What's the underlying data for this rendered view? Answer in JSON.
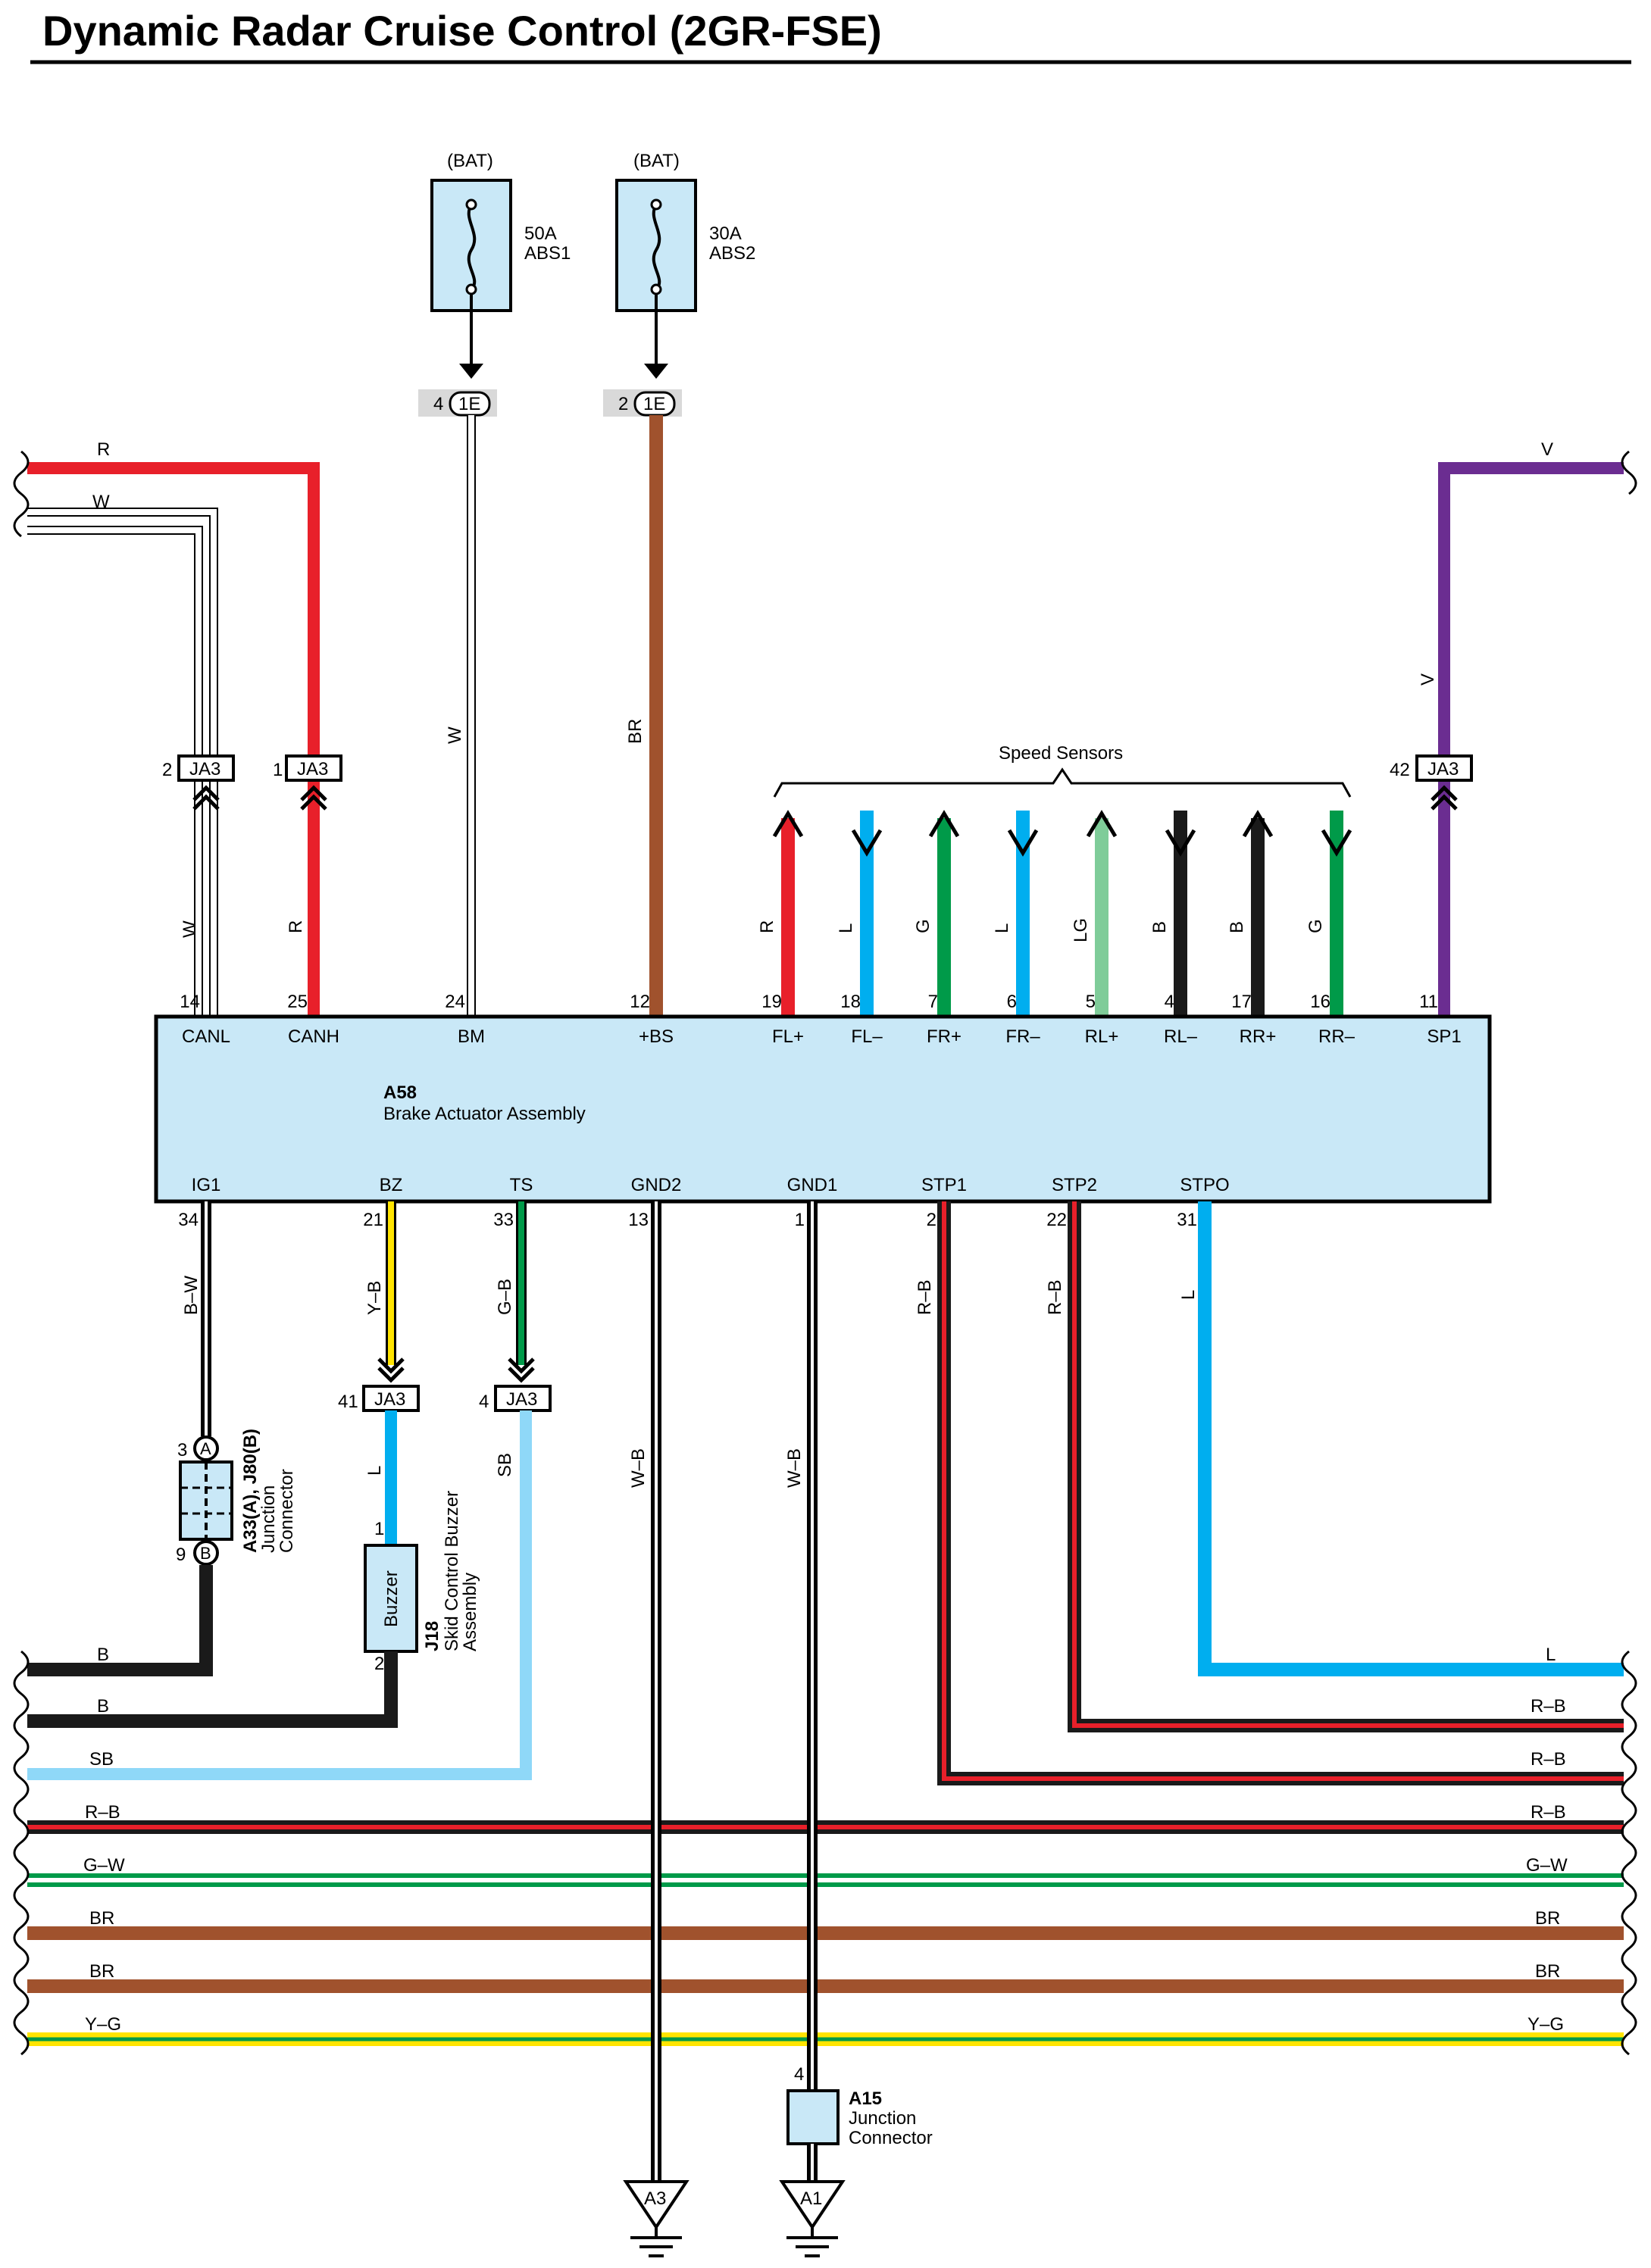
{
  "title": "Dynamic Radar Cruise Control (2GR-FSE)",
  "colors": {
    "R": "#e8202a",
    "W": "#ffffff",
    "BR": "#a0522d",
    "V": "#6b2d91",
    "L": "#00aeef",
    "G": "#009a49",
    "LG": "#7fcc99",
    "B": "#1a1a1a",
    "Y": "#ffe400",
    "SB": "#8fd8f8",
    "component_fill": "#c9e8f7"
  },
  "fuses": [
    {
      "source": "(BAT)",
      "amp": "50A",
      "name": "ABS1",
      "pin": "4",
      "connector": "1E",
      "wire": "W"
    },
    {
      "source": "(BAT)",
      "amp": "30A",
      "name": "ABS2",
      "pin": "2",
      "connector": "1E",
      "wire": "BR"
    }
  ],
  "left_wires_top": [
    {
      "color": "R"
    },
    {
      "color": "W"
    }
  ],
  "right_wire_top": {
    "color": "V"
  },
  "ja3_top": [
    {
      "pin": "2",
      "label": "JA3"
    },
    {
      "pin": "1",
      "label": "JA3"
    },
    {
      "pin": "42",
      "label": "JA3"
    }
  ],
  "speed_sensors_label": "Speed Sensors",
  "ecu": {
    "id": "A58",
    "name": "Brake Actuator Assembly",
    "top_pins": [
      {
        "num": "14",
        "name": "CANL",
        "wire": "W"
      },
      {
        "num": "25",
        "name": "CANH",
        "wire": "R"
      },
      {
        "num": "24",
        "name": "BM",
        "wire": "W"
      },
      {
        "num": "12",
        "name": "+BS",
        "wire": "BR"
      },
      {
        "num": "19",
        "name": "FL+",
        "wire": "R"
      },
      {
        "num": "18",
        "name": "FL–",
        "wire": "L"
      },
      {
        "num": "7",
        "name": "FR+",
        "wire": "G"
      },
      {
        "num": "6",
        "name": "FR–",
        "wire": "L"
      },
      {
        "num": "5",
        "name": "RL+",
        "wire": "LG"
      },
      {
        "num": "4",
        "name": "RL–",
        "wire": "B"
      },
      {
        "num": "17",
        "name": "RR+",
        "wire": "B"
      },
      {
        "num": "16",
        "name": "RR–",
        "wire": "G"
      },
      {
        "num": "11",
        "name": "SP1",
        "wire": "V"
      }
    ],
    "bottom_pins": [
      {
        "num": "34",
        "name": "IG1",
        "wire": "B–W"
      },
      {
        "num": "21",
        "name": "BZ",
        "wire": "Y–B"
      },
      {
        "num": "33",
        "name": "TS",
        "wire": "G–B"
      },
      {
        "num": "13",
        "name": "GND2",
        "wire": "W–B"
      },
      {
        "num": "1",
        "name": "GND1",
        "wire": "W–B"
      },
      {
        "num": "2",
        "name": "STP1",
        "wire": "R–B"
      },
      {
        "num": "22",
        "name": "STP2",
        "wire": "R–B"
      },
      {
        "num": "31",
        "name": "STPO",
        "wire": "L"
      }
    ]
  },
  "ja3_bottom": [
    {
      "pin": "41",
      "label": "JA3",
      "wire": "L"
    },
    {
      "pin": "4",
      "label": "JA3",
      "wire": "SB"
    }
  ],
  "junction_a33": {
    "id": "A33(A), J80(B)",
    "name_line1": "Junction",
    "name_line2": "Connector",
    "pin_a": "3",
    "label_a": "A",
    "pin_b": "9",
    "label_b": "B"
  },
  "buzzer": {
    "id": "J18",
    "name_line1": "Skid Control Buzzer",
    "name_line2": "Assembly",
    "label": "Buzzer",
    "pin_top": "1",
    "pin_bottom": "2"
  },
  "junction_a15": {
    "id": "A15",
    "name_line1": "Junction",
    "name_line2": "Connector",
    "pin": "4"
  },
  "grounds": [
    {
      "label": "A3"
    },
    {
      "label": "A1"
    }
  ],
  "bus_wires": [
    {
      "left": "B",
      "right": "L"
    },
    {
      "left": "B",
      "right": "R–B"
    },
    {
      "left": "SB",
      "right": "R–B"
    },
    {
      "left": "R–B",
      "right": "R–B"
    },
    {
      "left": "G–W",
      "right": "G–W"
    },
    {
      "left": "BR",
      "right": "BR"
    },
    {
      "left": "BR",
      "right": "BR"
    },
    {
      "left": "Y–G",
      "right": "Y–G"
    }
  ]
}
